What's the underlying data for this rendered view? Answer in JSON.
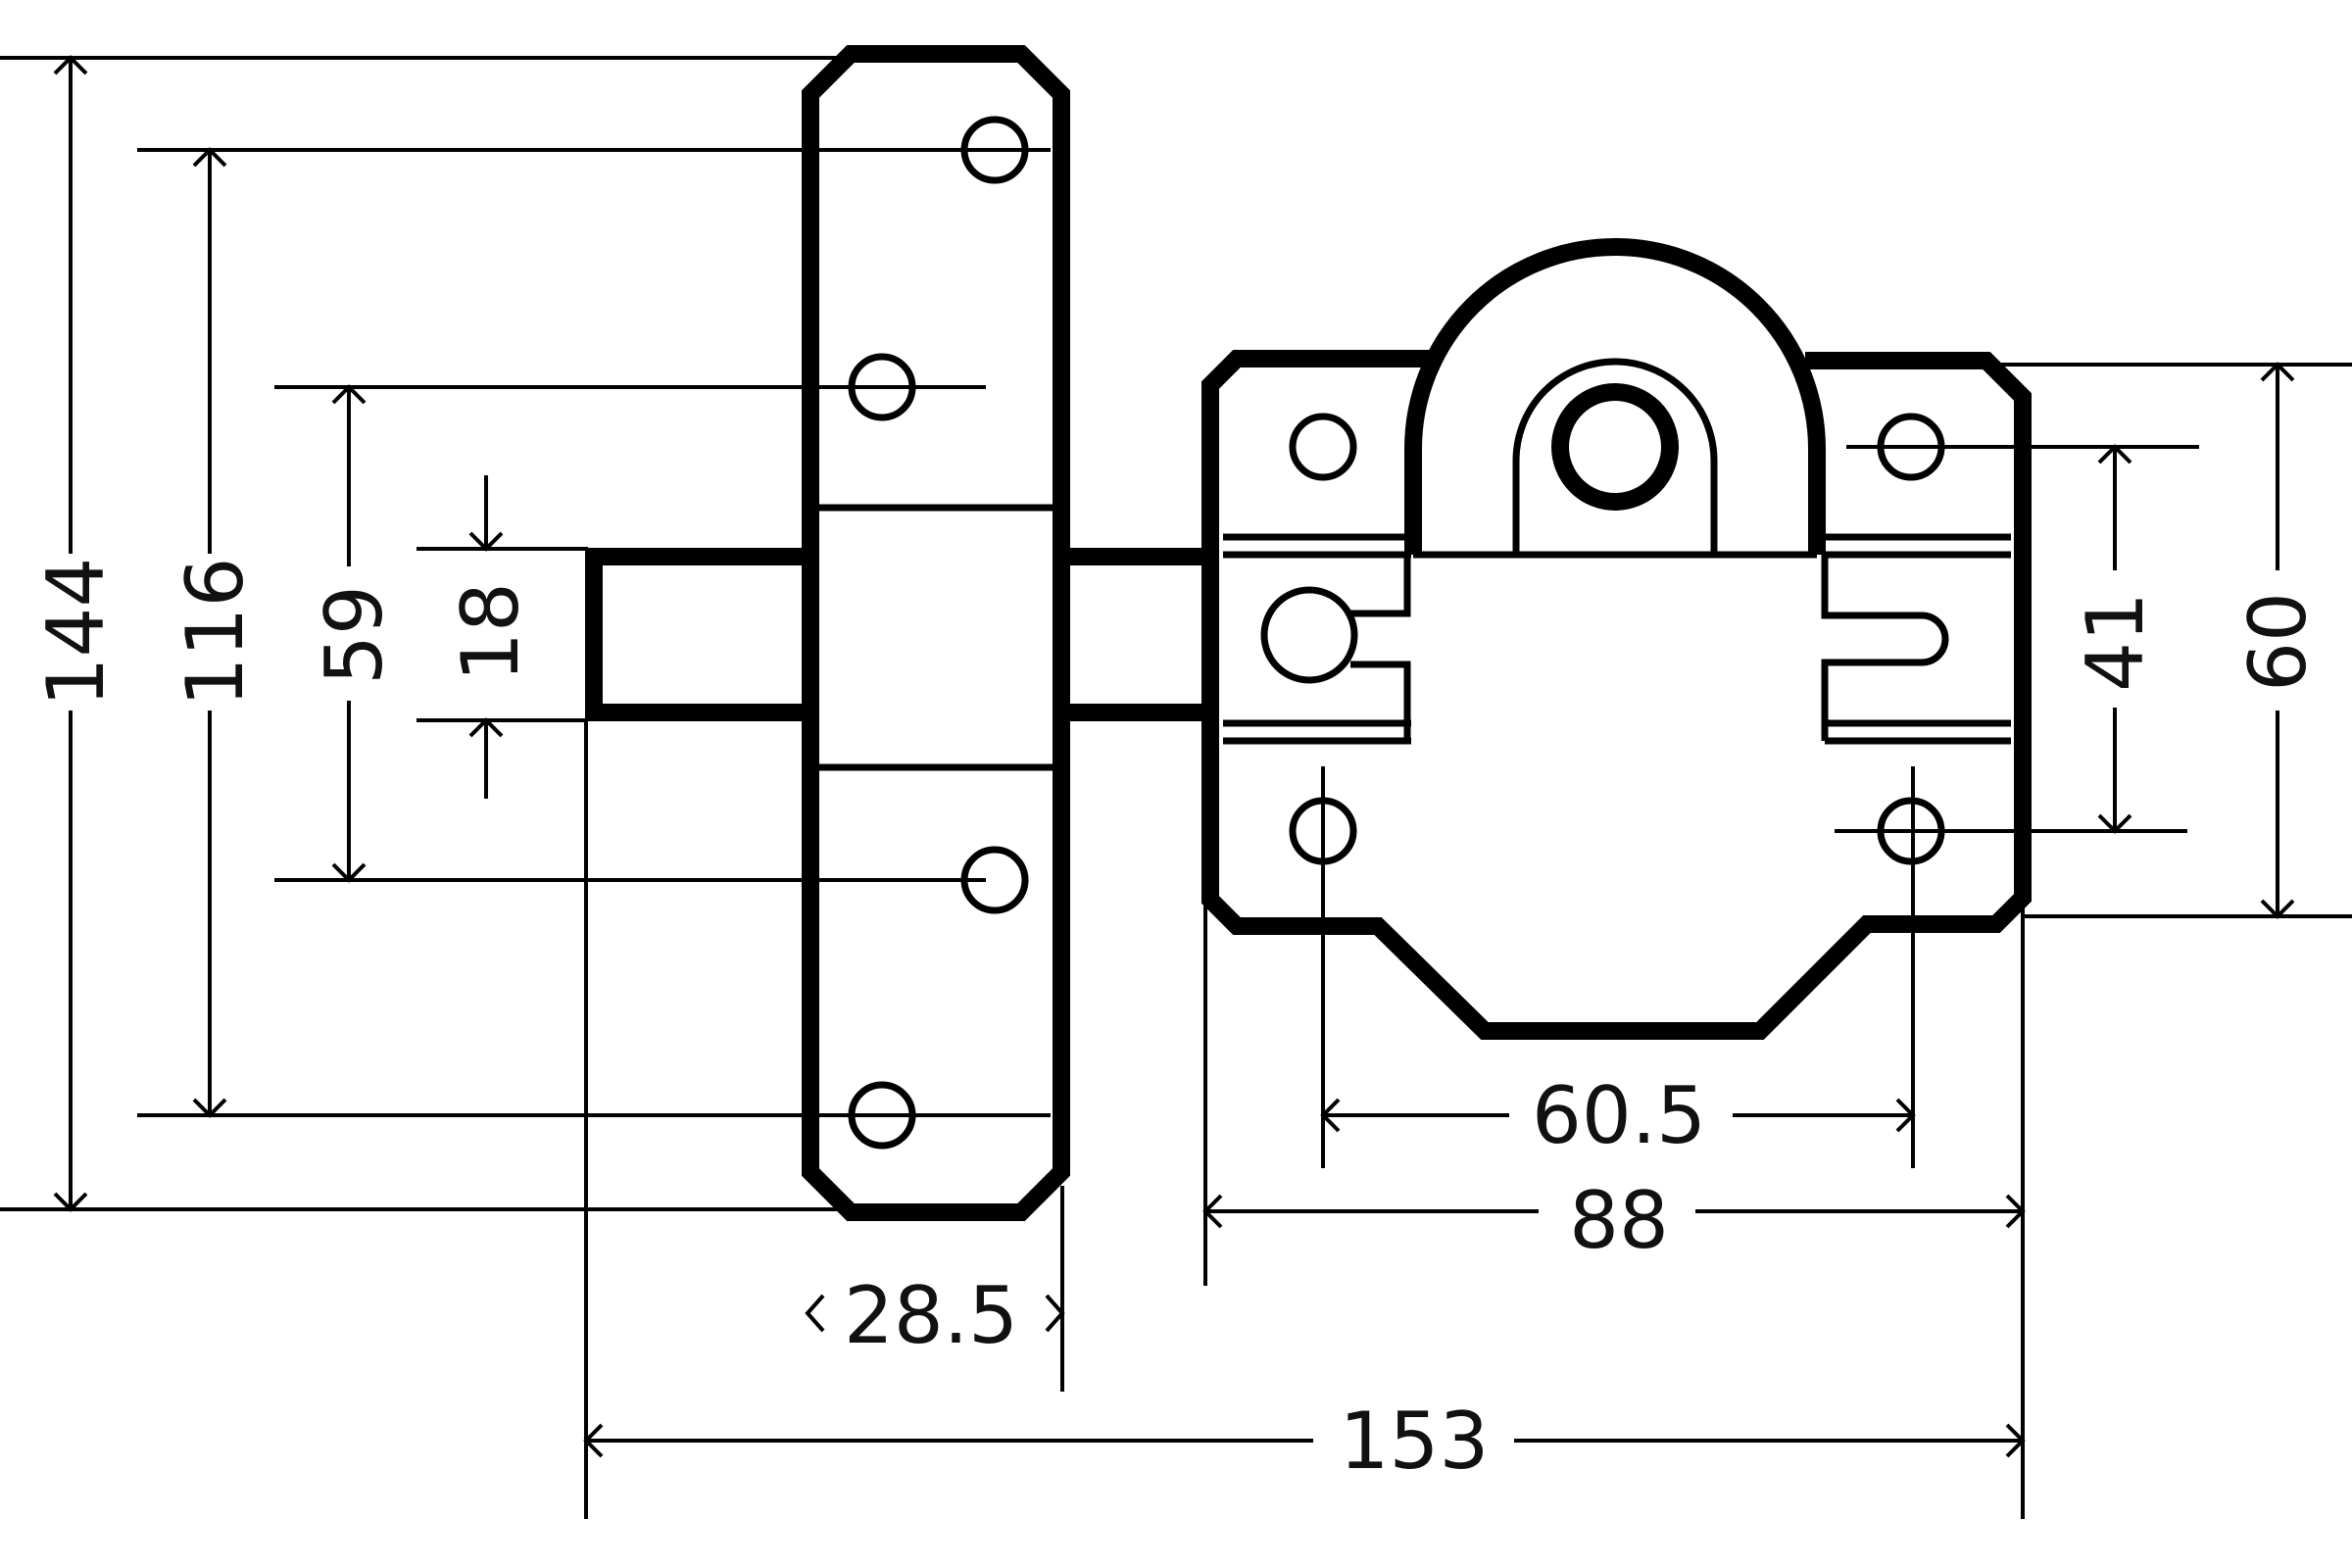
{
  "dimensions": {
    "height_overall": "144",
    "height_holes": "116",
    "height_inner_holes": "59",
    "bolt_height": "18",
    "plate_width": "28.5",
    "total_length": "153",
    "box_width": "88",
    "box_hole_spacing": "60.5",
    "box_hole_height": "41",
    "box_height": "60"
  },
  "colors": {
    "line": "#000000",
    "background": "#ffffff"
  }
}
